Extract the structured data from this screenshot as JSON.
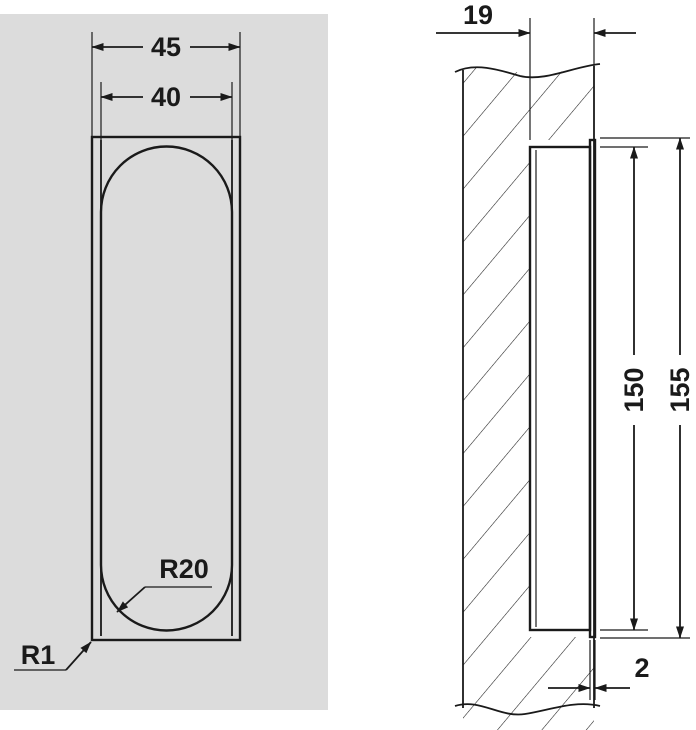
{
  "colors": {
    "front_panel_background": "#dcdcdc",
    "line": "#1a1a1a",
    "part_fill": "#ffffff",
    "wall_section": "#ffffff"
  },
  "front_view": {
    "dimensions": {
      "outer_width": "45",
      "inner_width": "40",
      "corner_radius_large": "R20",
      "corner_radius_small": "R1"
    }
  },
  "side_view": {
    "dimensions": {
      "wall_depth": "19",
      "inner_height": "150",
      "outer_height": "155",
      "flange_thickness": "2"
    }
  }
}
